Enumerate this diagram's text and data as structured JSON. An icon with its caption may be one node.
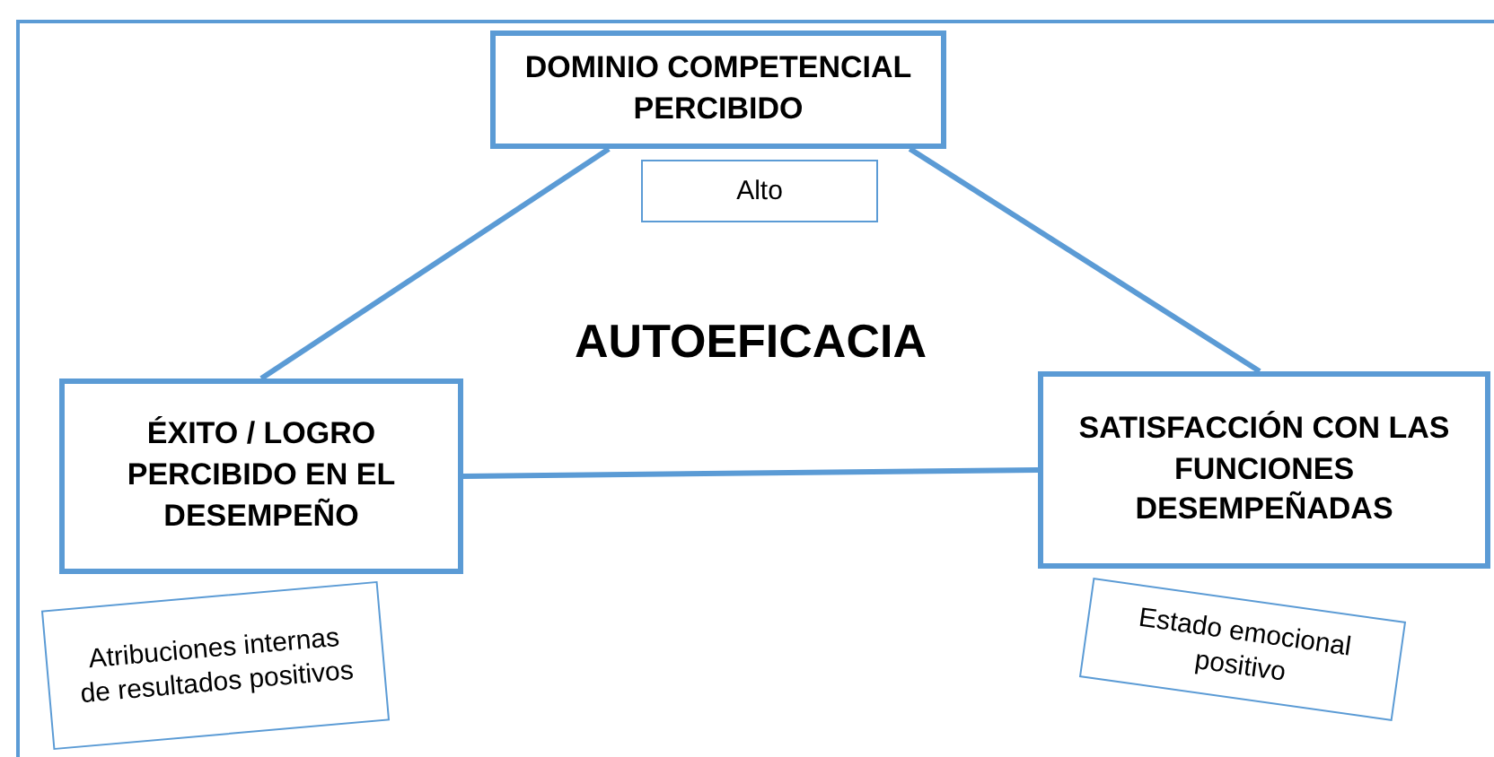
{
  "diagram": {
    "nodes": [
      {
        "text": [
          "DOMINIO COMPETENCIAL PERCIBIDO"
        ]
      },
      {
        "text": [
          "Alto"
        ]
      },
      {
        "text": [
          "ÉXITO / LOGRO PERCIBIDO EN EL DESEMPEÑO"
        ]
      },
      {
        "text": [
          "Atribuciones internas de resultados positivos"
        ]
      },
      {
        "text": [
          "SATISFACCIÓN CON LAS FUNCIONES DESEMPEÑADAS"
        ]
      },
      {
        "text": [
          "Estado emocional positivo"
        ]
      }
    ],
    "edges": [
      {
        "from": 0,
        "to": 2,
        "arrow": "none"
      },
      {
        "from": 0,
        "to": 4,
        "arrow": "none"
      },
      {
        "from": 2,
        "to": 4,
        "arrow": "none"
      }
    ],
    "labels": [
      "AUTOEFICACIA"
    ]
  }
}
